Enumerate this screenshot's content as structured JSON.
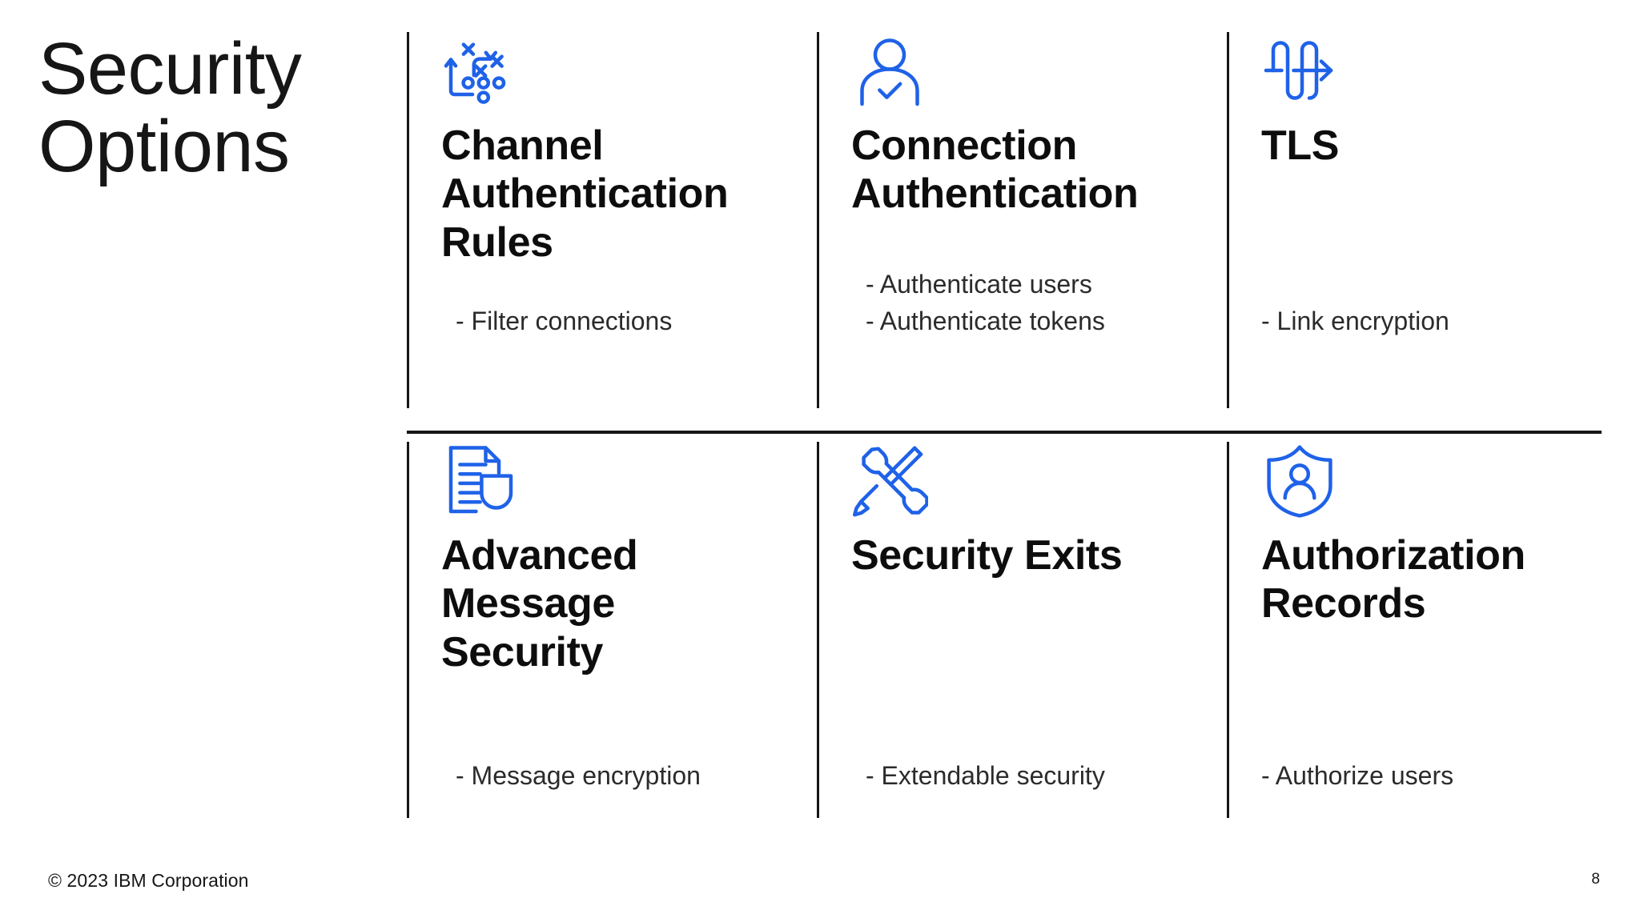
{
  "slide": {
    "title": "Security\nOptions",
    "accent_color": "#1f62e8",
    "text_color": "#161616",
    "rule_color": "#161616",
    "background": "#ffffff"
  },
  "cards": [
    {
      "icon": "strategy-playbook-icon",
      "heading": "Channel\nAuthentication\nRules",
      "bullets": [
        "- Filter connections"
      ]
    },
    {
      "icon": "user-check-icon",
      "heading": "Connection\nAuthentication",
      "bullets": [
        "- Authenticate users",
        "- Authenticate tokens"
      ]
    },
    {
      "icon": "data-transfer-icon",
      "heading": "TLS",
      "bullets": [
        "- Link encryption"
      ]
    },
    {
      "icon": "document-shield-icon",
      "heading": "Advanced\nMessage\nSecurity",
      "bullets": [
        "- Message encryption"
      ]
    },
    {
      "icon": "tools-wrench-screwdriver-icon",
      "heading": "Security Exits",
      "bullets": [
        "- Extendable security"
      ]
    },
    {
      "icon": "shield-user-icon",
      "heading": "Authorization\nRecords",
      "bullets": [
        "- Authorize users"
      ]
    }
  ],
  "footer": {
    "copyright": "© 2023 IBM Corporation",
    "page_number": "8"
  }
}
